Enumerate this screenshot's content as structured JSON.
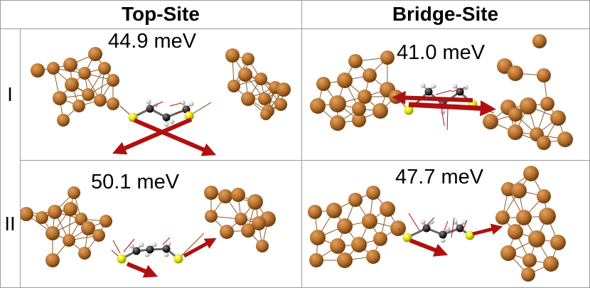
{
  "columns": [
    {
      "label": "Top-Site"
    },
    {
      "label": "Bridge-Site"
    }
  ],
  "rows": [
    {
      "label": "I"
    },
    {
      "label": "II"
    }
  ],
  "panels": [
    {
      "row": 0,
      "col": 0,
      "energy": "44.9 meV",
      "site": "top",
      "mode": "cross"
    },
    {
      "row": 0,
      "col": 1,
      "energy": "41.0 meV",
      "site": "bridge",
      "mode": "stretch"
    },
    {
      "row": 1,
      "col": 0,
      "energy": "50.1 meV",
      "site": "top",
      "mode": "twist"
    },
    {
      "row": 1,
      "col": 1,
      "energy": "47.7 meV",
      "site": "bridge",
      "mode": "twist"
    }
  ],
  "colors": {
    "gold": "#b8722e",
    "gold_light": "#e0a260",
    "gold_dark": "#6e3d10",
    "sulfur": "#e6e600",
    "carbon": "#333333",
    "hydrogen": "#dddddd",
    "arrow": "#b01010",
    "bond": "#8a5a2a",
    "border": "#9a9a9a"
  }
}
